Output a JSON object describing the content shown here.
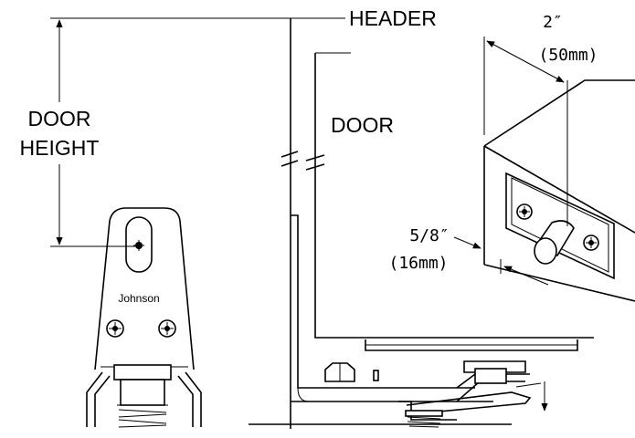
{
  "labels": {
    "header": "HEADER",
    "door": "DOOR",
    "door_height_line1": "DOOR",
    "door_height_line2": "HEIGHT",
    "brand": "Johnson"
  },
  "dimensions": {
    "offset_imperial": "2″",
    "offset_metric": "(50mm)",
    "pin_imperial": "5/8″",
    "pin_metric": "(16mm)"
  }
}
